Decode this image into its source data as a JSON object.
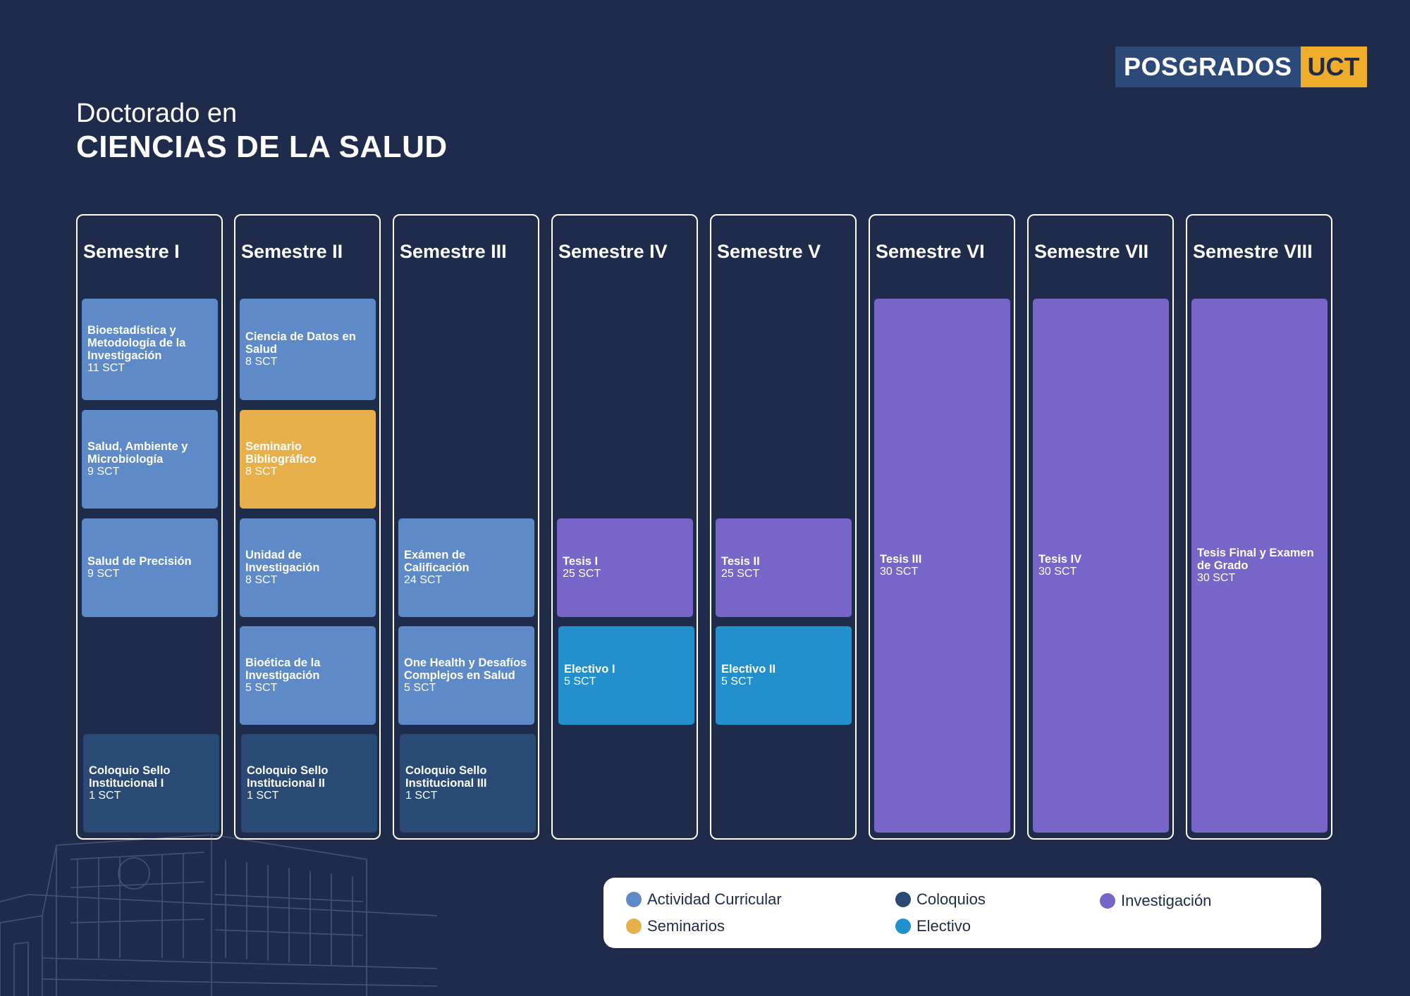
{
  "brand": {
    "main": "POSGRADOS",
    "accent": "UCT"
  },
  "title": {
    "line1": "Doctorado en",
    "line2": "CIENCIAS DE LA SALUD"
  },
  "colors": {
    "background": "#1e2b4b",
    "actividad_curricular": "#5e8ac7",
    "seminarios": "#e8b04a",
    "coloquios": "#284a74",
    "electivo": "#2190cd",
    "investigacion": "#7765c7"
  },
  "semesters": [
    {
      "title": "Semestre I",
      "courses": [
        {
          "name": "Bioestadística y Metodología de la Investigación",
          "credits": "11 SCT",
          "category": "Actividad Curricular"
        },
        {
          "name": "Salud, Ambiente y Microbiología",
          "credits": "9 SCT",
          "category": "Actividad Curricular"
        },
        {
          "name": "Salud de Precisión",
          "credits": "9 SCT",
          "category": "Actividad Curricular"
        },
        {
          "name": "Coloquio Sello Institucional I",
          "credits": "1 SCT",
          "category": "Coloquios"
        }
      ]
    },
    {
      "title": "Semestre II",
      "courses": [
        {
          "name": "Ciencia de Datos en Salud",
          "credits": "8 SCT",
          "category": "Actividad Curricular"
        },
        {
          "name": "Seminario Bibliográfico",
          "credits": "8 SCT",
          "category": "Seminarios"
        },
        {
          "name": "Unidad de Investigación",
          "credits": "8 SCT",
          "category": "Actividad Curricular"
        },
        {
          "name": "Bioética de la Investigación",
          "credits": "5 SCT",
          "category": "Actividad Curricular"
        },
        {
          "name": "Coloquio Sello Institucional II",
          "credits": "1 SCT",
          "category": "Coloquios"
        }
      ]
    },
    {
      "title": "Semestre III",
      "courses": [
        {
          "name": "Exámen de Calificación",
          "credits": "24 SCT",
          "category": "Actividad Curricular"
        },
        {
          "name": "One Health y Desafíos Complejos en Salud",
          "credits": "5 SCT",
          "category": "Actividad Curricular"
        },
        {
          "name": "Coloquio Sello Institucional III",
          "credits": "1 SCT",
          "category": "Coloquios"
        }
      ]
    },
    {
      "title": "Semestre IV",
      "courses": [
        {
          "name": "Tesis I",
          "credits": "25 SCT",
          "category": "Investigación"
        },
        {
          "name": "Electivo I",
          "credits": "5 SCT",
          "category": "Electivo"
        }
      ]
    },
    {
      "title": "Semestre V",
      "courses": [
        {
          "name": "Tesis II",
          "credits": "25 SCT",
          "category": "Investigación"
        },
        {
          "name": "Electivo II",
          "credits": "5 SCT",
          "category": "Electivo"
        }
      ]
    },
    {
      "title": "Semestre VI",
      "courses": [
        {
          "name": "Tesis III",
          "credits": "30 SCT",
          "category": "Investigación"
        }
      ]
    },
    {
      "title": "Semestre VII",
      "courses": [
        {
          "name": "Tesis IV",
          "credits": "30 SCT",
          "category": "Investigación"
        }
      ]
    },
    {
      "title": "Semestre VIII",
      "courses": [
        {
          "name": "Tesis Final y Examen de Grado",
          "credits": "30 SCT",
          "category": "Investigación"
        }
      ]
    }
  ],
  "legend": [
    {
      "label": "Actividad Curricular",
      "color": "#5e8ac7"
    },
    {
      "label": "Coloquios",
      "color": "#284a74"
    },
    {
      "label": "Investigación",
      "color": "#7765c7"
    },
    {
      "label": "Seminarios",
      "color": "#e8b04a"
    },
    {
      "label": "Electivo",
      "color": "#2190cd"
    }
  ]
}
